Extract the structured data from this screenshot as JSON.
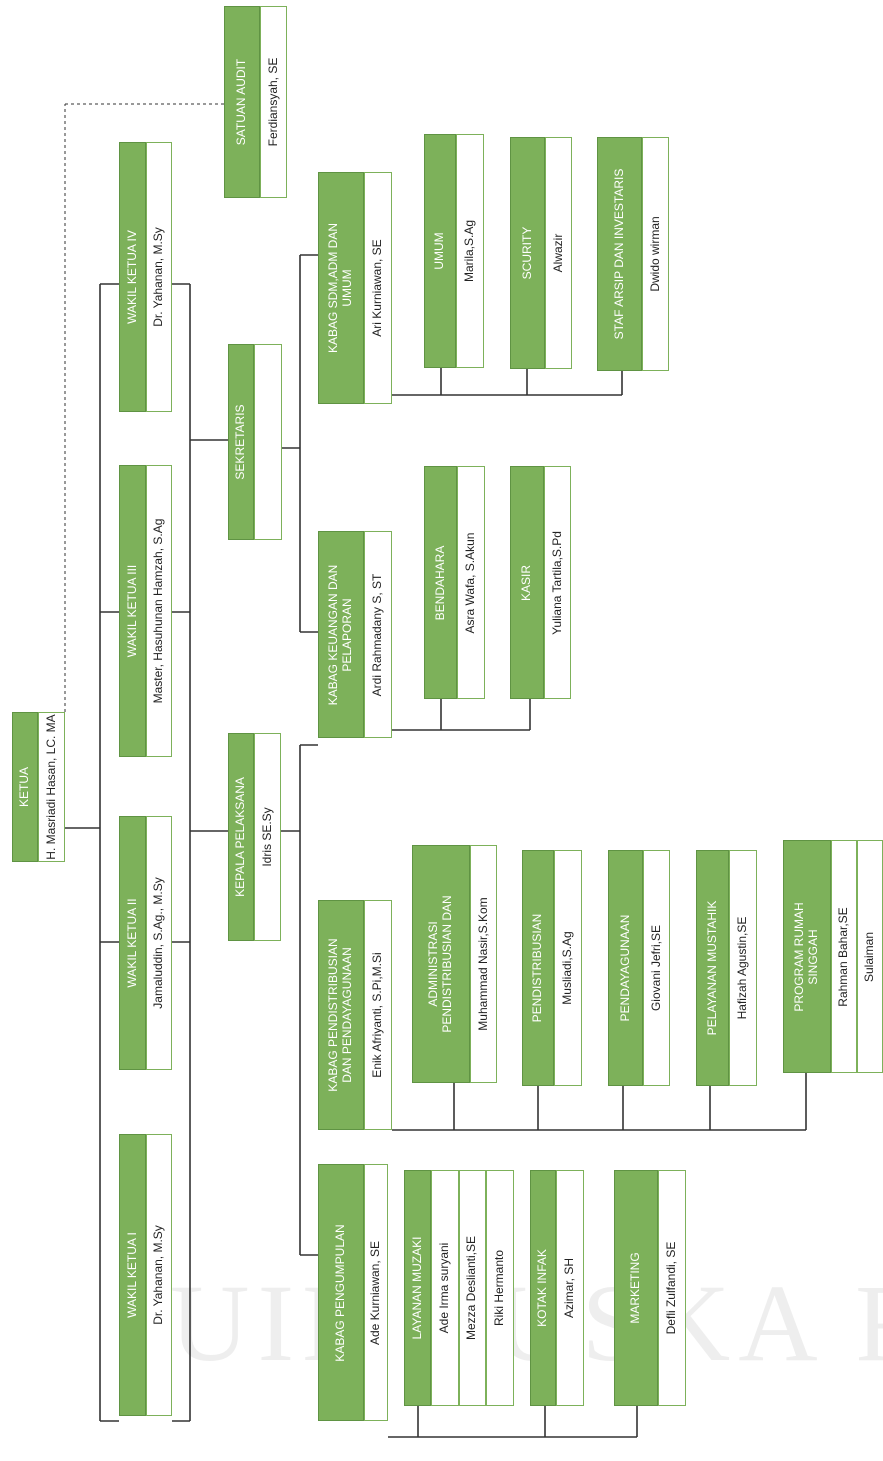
{
  "colors": {
    "header": "#7db15a",
    "name_bg": "#ffffff",
    "line": "#333333"
  },
  "watermark": "UIN SUSKA RIAU",
  "nodes": {
    "ketua": {
      "title": "KETUA",
      "names": [
        "H. Masriadi Hasan, LC. MA"
      ]
    },
    "satuan_audit": {
      "title": "SATUAN AUDIT",
      "names": [
        "Ferdiansyah, SE"
      ]
    },
    "wakil_ketua_iv": {
      "title": "WAKIL KETUA IV",
      "names": [
        "Dr. Yahanan, M.Sy"
      ]
    },
    "wakil_ketua_iii": {
      "title": "WAKIL KETUA III",
      "names": [
        "Master, Hasuhunan Hamzah, S.Ag"
      ]
    },
    "wakil_ketua_ii": {
      "title": "WAKIL KETUA II",
      "names": [
        "Jamaluddin, S.Ag., M.Sy"
      ]
    },
    "wakil_ketua_i": {
      "title": "WAKIL KETUA I",
      "names": [
        "Dr. Yahanan, M.Sy"
      ]
    },
    "sekretaris": {
      "title": "SEKRETARIS",
      "names": [
        ""
      ]
    },
    "kepala_pelaksana": {
      "title": "KEPALA PELAKSANA",
      "names": [
        "Idris SE.Sy"
      ]
    },
    "kabag_sdm": {
      "title": "KABAG SDM,ADM DAN\nUMUM",
      "names": [
        "Ari Kurniawan, SE"
      ]
    },
    "umum": {
      "title": "UMUM",
      "names": [
        "Marila,S.Ag"
      ]
    },
    "scurity": {
      "title": "SCURITY",
      "names": [
        "Alwazir"
      ]
    },
    "staf_arsip": {
      "title": "STAF ARSIP DAN INVESTARIS",
      "names": [
        "Dwido wirman"
      ]
    },
    "kabag_keuangan": {
      "title": "KABAG KEUANGAN DAN\nPELAPORAN",
      "names": [
        "Ardi Rahmadany S, ST"
      ]
    },
    "bendahara": {
      "title": "BENDAHARA",
      "names": [
        "Asra Wafa, S.Akun"
      ]
    },
    "kasir": {
      "title": "KASIR",
      "names": [
        "Yuliana Tartila,S.Pd"
      ]
    },
    "kabag_pendistribusian": {
      "title": "KABAG PENDISTRIBUSIAN\nDAN PENDAYAGUNAAN",
      "names": [
        "Enik Afriyanti, S.Pi,M.Si"
      ]
    },
    "administrasi": {
      "title": "ADMINISTRASI\nPENDISTRIBUSIAN DAN",
      "names": [
        "Muhammad Nasir,S.Kom"
      ]
    },
    "pendistribusian": {
      "title": "PENDISTRIBUSIAN",
      "names": [
        "Musliadi,S.Ag"
      ]
    },
    "pendayagunaan": {
      "title": "PENDAYAGUNAAN",
      "names": [
        "Giovani Jefri,SE"
      ]
    },
    "pelayanan_mustahik": {
      "title": "PELAYANAN MUSTAHIK",
      "names": [
        "Hafizah Agustin,SE"
      ]
    },
    "program_rumah_singgah": {
      "title": "PROGRAM RUMAH\nSINGGAH",
      "names": [
        "Rahman Bahar,SE",
        "Sulaiman"
      ]
    },
    "kabag_pengumpulan": {
      "title": "KABAG PENGUMPULAN",
      "names": [
        "Ade Kurniawan, SE"
      ]
    },
    "layanan_muzaki": {
      "title": "LAYANAN MUZAKI",
      "names": [
        "Ade Irma suryani",
        "Mezza Deslianti,SE",
        "Riki Hermanto"
      ]
    },
    "kotak_infak": {
      "title": "KOTAK INFAK",
      "names": [
        "Azimar, SH"
      ]
    },
    "marketing": {
      "title": "MARKETING",
      "names": [
        "Defli Zulfandi, SE"
      ]
    }
  }
}
